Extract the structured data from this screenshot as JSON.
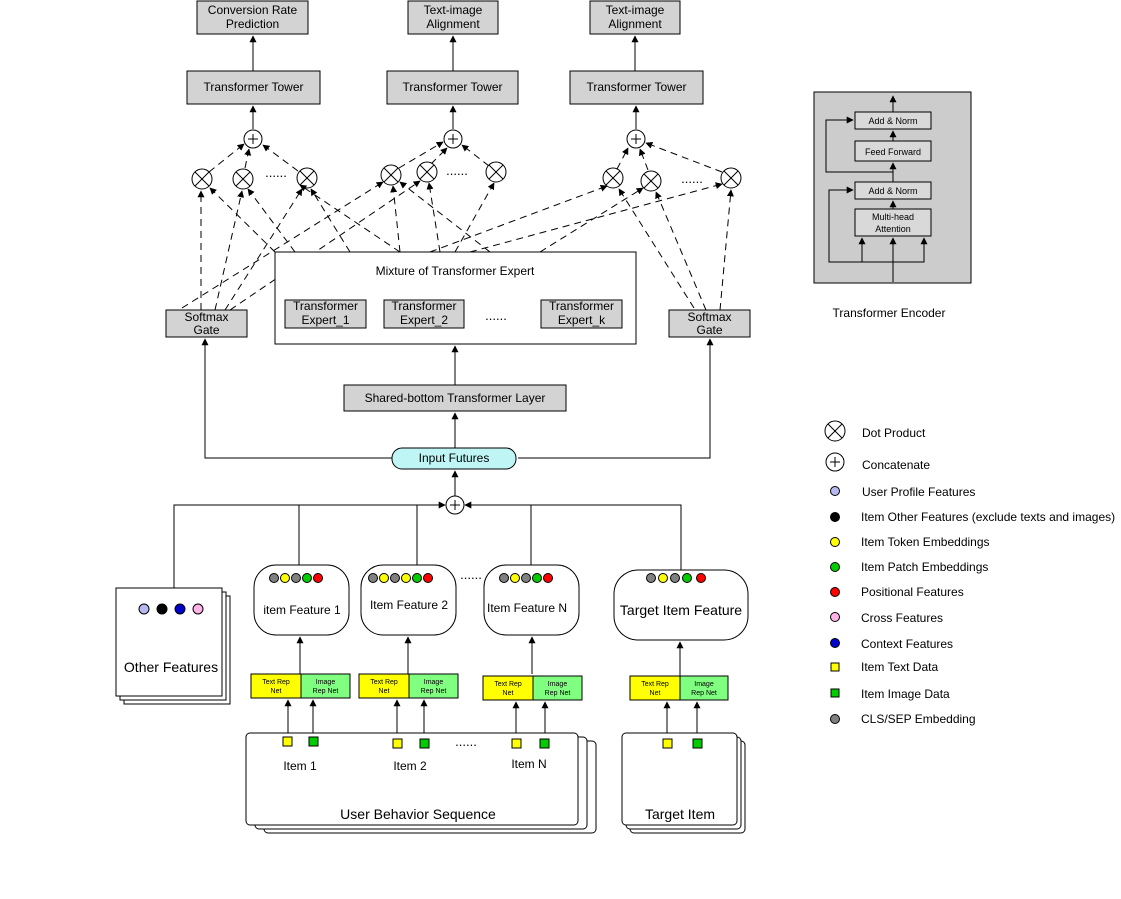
{
  "colors": {
    "box_gray": "#d3d3d3",
    "text_rep": "#ffff00",
    "image_rep": "#80ff80",
    "input_futures": "#bff5f5",
    "encoder_bg": "#cccccc",
    "dot_gray": "#808080",
    "dot_yellow": "#ffff00",
    "dot_green": "#00cc00",
    "dot_red": "#ff0000",
    "dot_black": "#000000",
    "dot_blue": "#0000cc",
    "dot_lilac": "#b8b8f0",
    "dot_pink": "#ffb3e6"
  },
  "tasks": {
    "cvr_line1": "Conversion Rate",
    "cvr_line2": "Prediction",
    "tia_line1": "Text-image",
    "tia_line2": "Alignment",
    "tower": "Transformer Tower"
  },
  "moe": {
    "title": "Mixture of Transformer Expert",
    "expert_line1": "Transformer",
    "expert1_line2": "Expert_1",
    "expert2_line2": "Expert_2",
    "expertk_line2": "Expert_k",
    "ellipsis": "......",
    "gate_line1": "Softmax",
    "gate_line2": "Gate"
  },
  "shared_bottom": "Shared-bottom Transformer Layer",
  "input_futures": "Input Futures",
  "features": {
    "other": "Other Features",
    "item1": "item Feature 1",
    "item2": "Item Feature 2",
    "itemN": "Item Feature N",
    "target": "Target Item Feature",
    "text_rep_line1": "Text Rep",
    "text_rep_line2": "Net",
    "image_rep_line1": "Image",
    "image_rep_line2": "Rep Net",
    "ellipsis": "......"
  },
  "sequence": {
    "title": "User Behavior Sequence",
    "item1": "Item 1",
    "item2": "Item 2",
    "itemN": "Item N",
    "target": "Target Item",
    "ellipsis": "......"
  },
  "encoder": {
    "add_norm": "Add & Norm",
    "feed_forward": "Feed Forward",
    "mha_line1": "Multi-head",
    "mha_line2": "Attention",
    "caption": "Transformer Encoder"
  },
  "legend": {
    "dot_product": "Dot Product",
    "concatenate": "Concatenate",
    "user_profile": "User Profile Features",
    "item_other": "Item Other Features (exclude texts and images)",
    "item_token": "Item Token Embeddings",
    "item_patch": "Item Patch Embeddings",
    "positional": "Positional Features",
    "cross": "Cross Features",
    "context": "Context Features",
    "item_text": "Item Text Data",
    "item_image": "Item Image Data",
    "cls_sep": "CLS/SEP Embedding"
  }
}
